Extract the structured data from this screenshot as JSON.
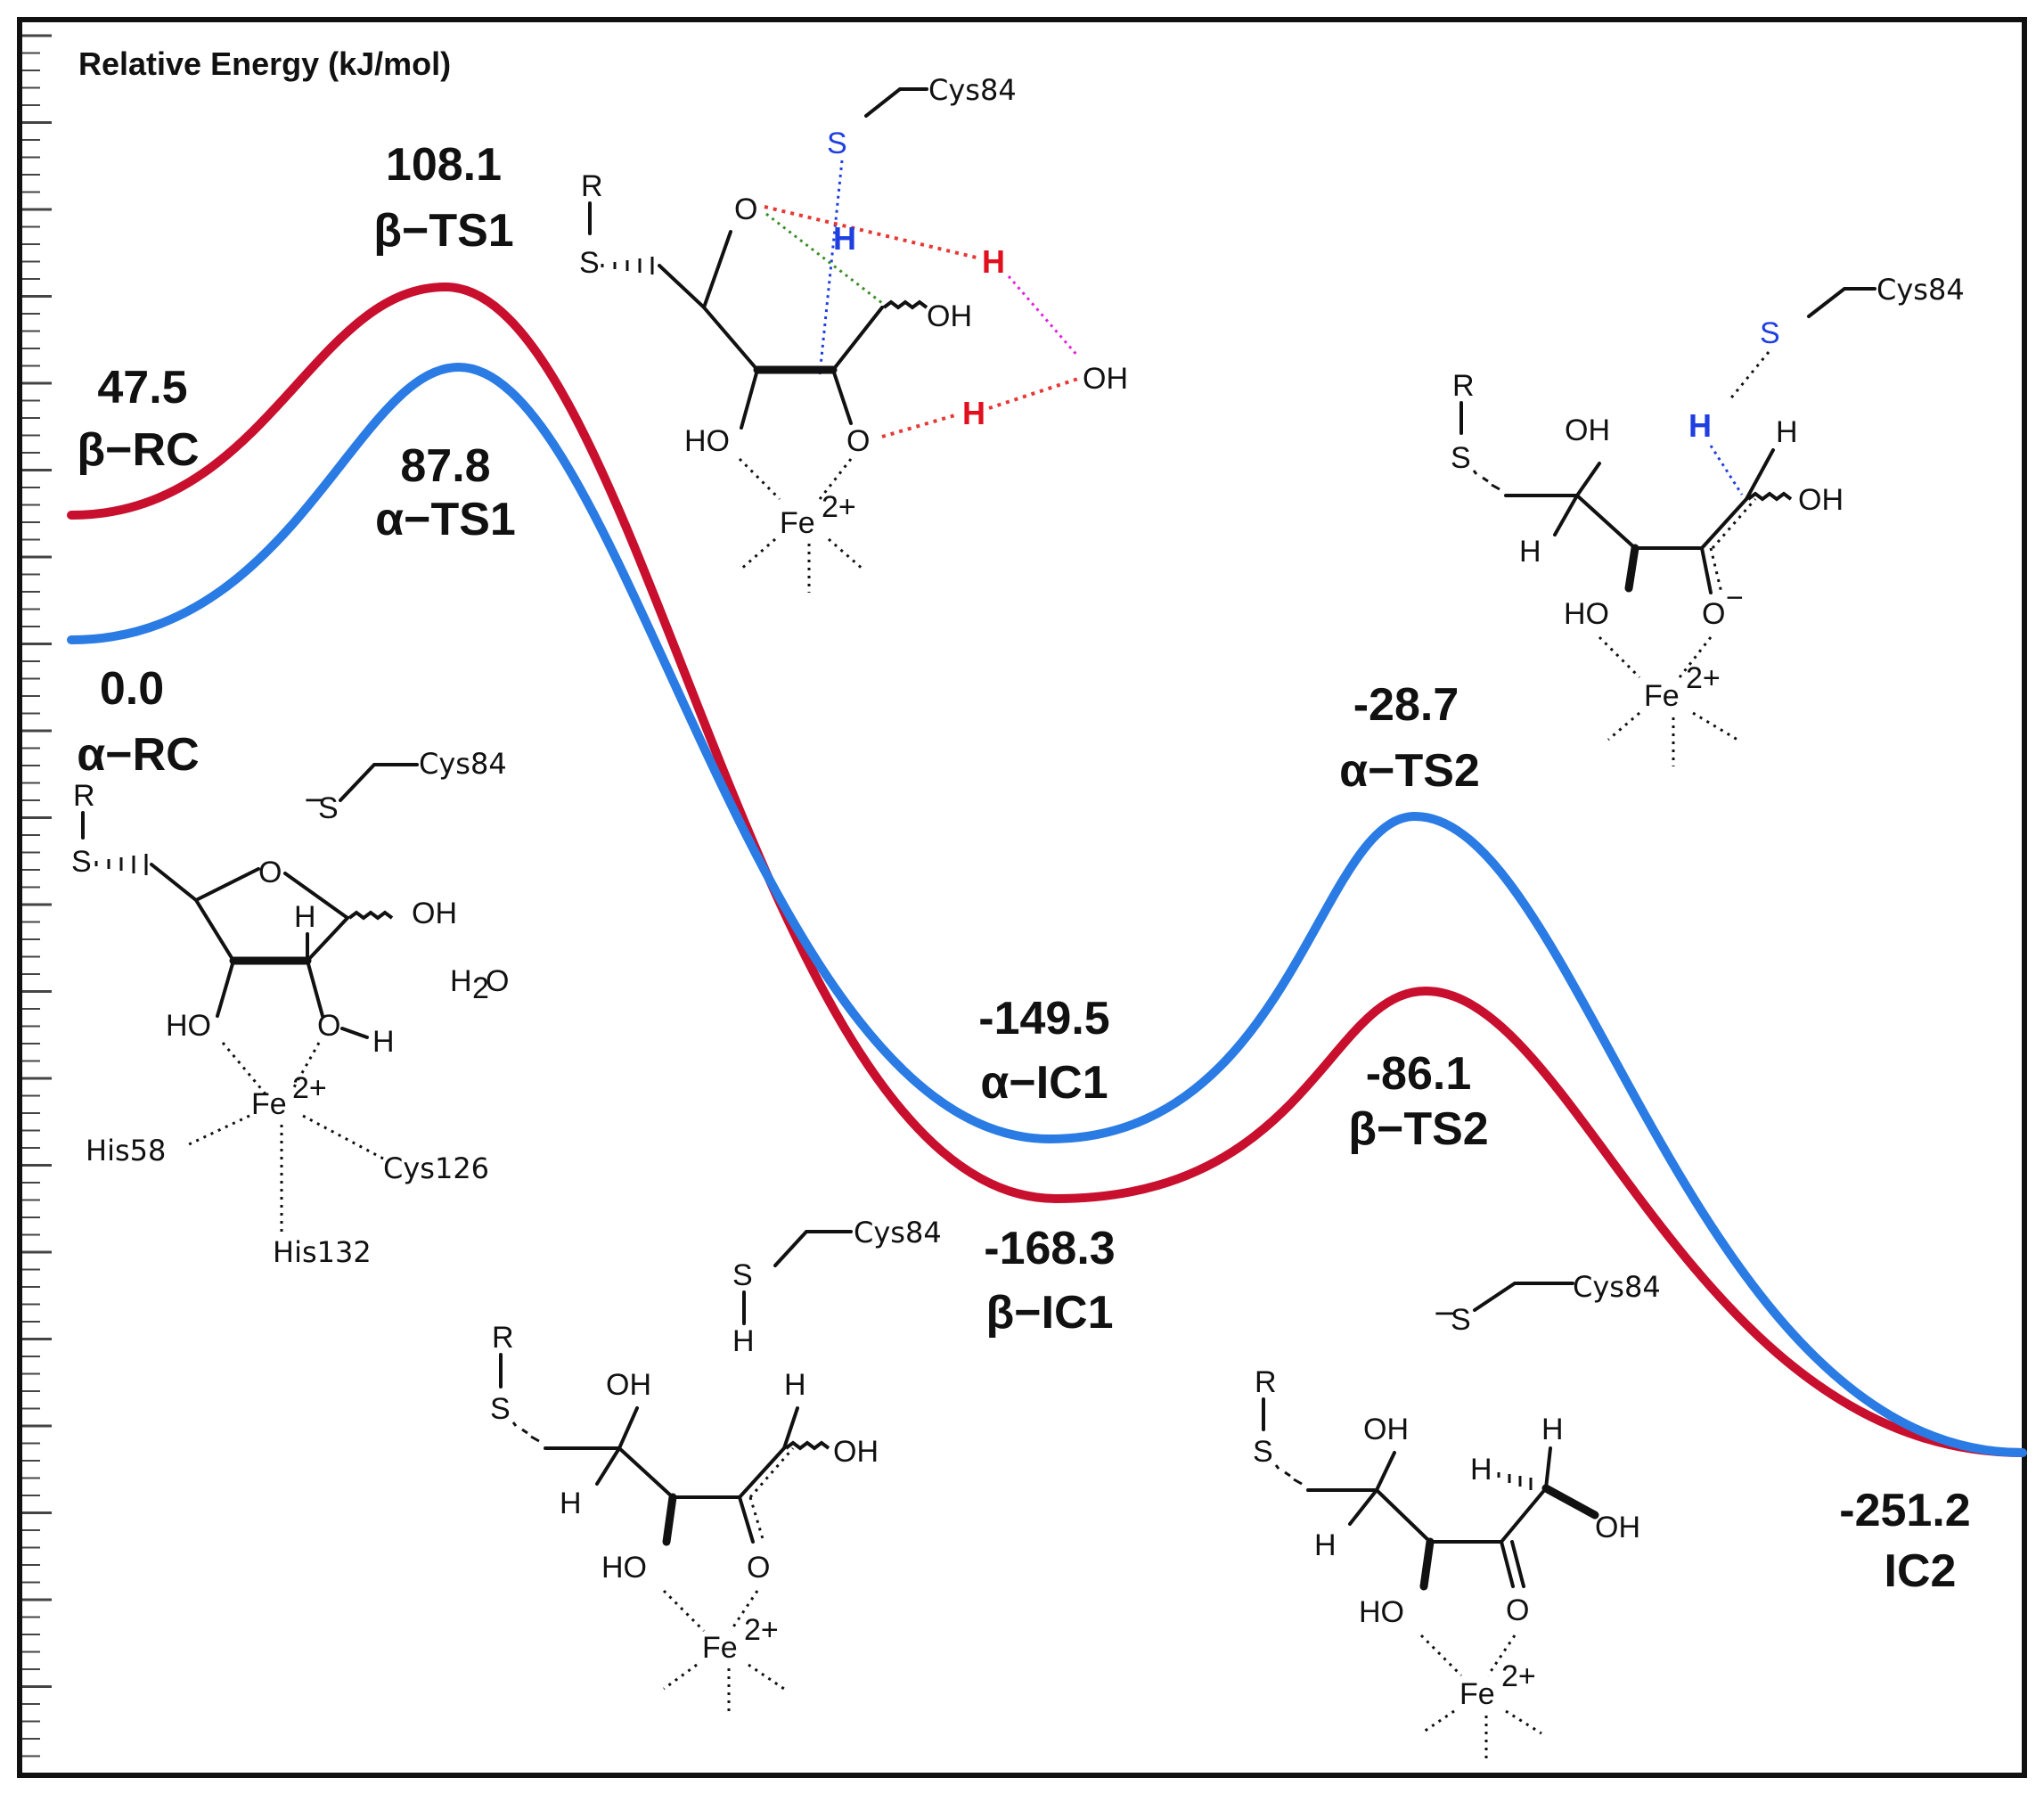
{
  "axis_label": "Relative Energy (kJ/mol)",
  "colors": {
    "alpha": "#2a7be4",
    "beta": "#c8102e",
    "frame": "#111111"
  },
  "stationary_points": {
    "beta_RC": {
      "value": "47.5",
      "label": "β−RC"
    },
    "alpha_RC": {
      "value": "0.0",
      "label": "α−RC"
    },
    "beta_TS1": {
      "value": "108.1",
      "label": "β−TS1"
    },
    "alpha_TS1": {
      "value": "87.8",
      "label": "α−TS1"
    },
    "alpha_IC1": {
      "value": "-149.5",
      "label": "α−IC1"
    },
    "beta_IC1": {
      "value": "-168.3",
      "label": "β−IC1"
    },
    "alpha_TS2": {
      "value": "-28.7",
      "label": "α−TS2"
    },
    "beta_TS2": {
      "value": "-86.1",
      "label": "β−TS2"
    },
    "IC2": {
      "value": "-251.2",
      "label": "IC2"
    }
  },
  "atoms": {
    "R": "R",
    "S": "S",
    "O": "O",
    "H": "H",
    "OH": "OH",
    "HO": "HO",
    "Fe": "Fe",
    "Fe_charge": "2+",
    "O_minus": "O",
    "minus": "−",
    "H2O_H": "H",
    "H2O_2": "2",
    "H2O_O": "O"
  },
  "residues": {
    "cys84": "Cys84",
    "his58": "His58",
    "cys126": "Cys126",
    "his132": "His132"
  }
}
